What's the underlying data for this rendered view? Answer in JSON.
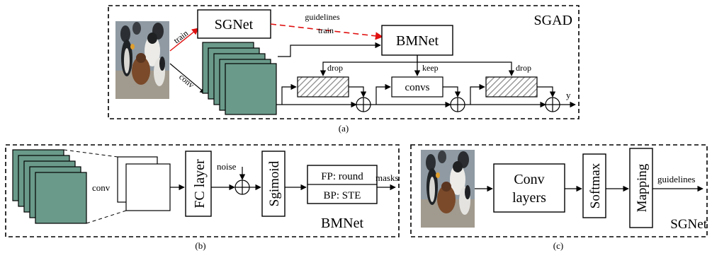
{
  "panel_a": {
    "title": "SGAD",
    "caption": "(a)",
    "sgnet_label": "SGNet",
    "bmnet_label": "BMNet",
    "guidelines_label": "guidelines",
    "train_label_red": "train",
    "train_label": "train",
    "conv_label": "conv",
    "drop_left": "drop",
    "keep_label": "keep",
    "drop_right": "drop",
    "convs_label": "convs",
    "output_label": "y"
  },
  "panel_b": {
    "caption": "(b)",
    "conv_label": "conv",
    "fc_label": "FC layer",
    "noise_label": "noise",
    "sigmoid_label": "Sgimoid",
    "fp_label": "FP: round",
    "bp_label": "BP: STE",
    "masks_label": "masks",
    "name": "BMNet"
  },
  "panel_c": {
    "caption": "(c)",
    "conv_layers_line1": "Conv",
    "conv_layers_line2": "layers",
    "softmax_label": "Softmax",
    "mapping_label": "Mapping",
    "guidelines_label": "guidelines",
    "name": "SGNet"
  },
  "colors": {
    "feature_map": "#6a9a8a",
    "arrow_red": "#e01010",
    "hatch": "#9a9a9a",
    "photo_bg": "#7d8a96",
    "penguin_chick": "#7a4a2a",
    "penguin_body": "#e8e8e6"
  },
  "icons": {
    "photo": "penguin-photo-icon",
    "adder": "circled-plus-icon",
    "hatched_block": "dropped-block-icon"
  }
}
